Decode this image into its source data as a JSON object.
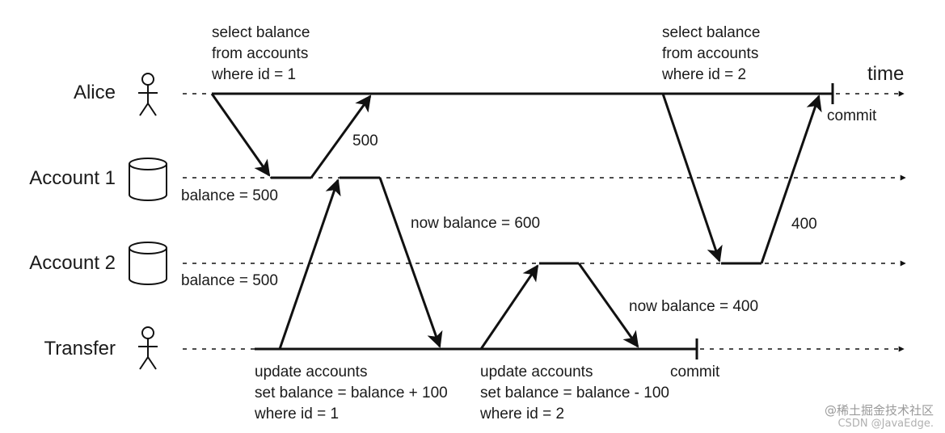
{
  "lanes": {
    "alice": "Alice",
    "account1": "Account 1",
    "account2": "Account 2",
    "transfer": "Transfer"
  },
  "time_label": "time",
  "alice_query1": [
    "select balance",
    "from accounts",
    "where id = 1"
  ],
  "alice_query2": [
    "select balance",
    "from accounts",
    "where id = 2"
  ],
  "alice_commit": "commit",
  "reply_500": "500",
  "reply_400": "400",
  "account1_balance": "balance = 500",
  "account2_balance": "balance = 500",
  "account1_now": "now balance = 600",
  "account2_now": "now balance = 400",
  "transfer_update1": [
    "update accounts",
    "set balance = balance + 100",
    "where id = 1"
  ],
  "transfer_update2": [
    "update accounts",
    "set balance = balance - 100",
    "where id = 2"
  ],
  "transfer_commit": "commit",
  "watermark": {
    "line1": "@稀土掘金技术社区",
    "line2": "CSDN @JavaEdge."
  }
}
